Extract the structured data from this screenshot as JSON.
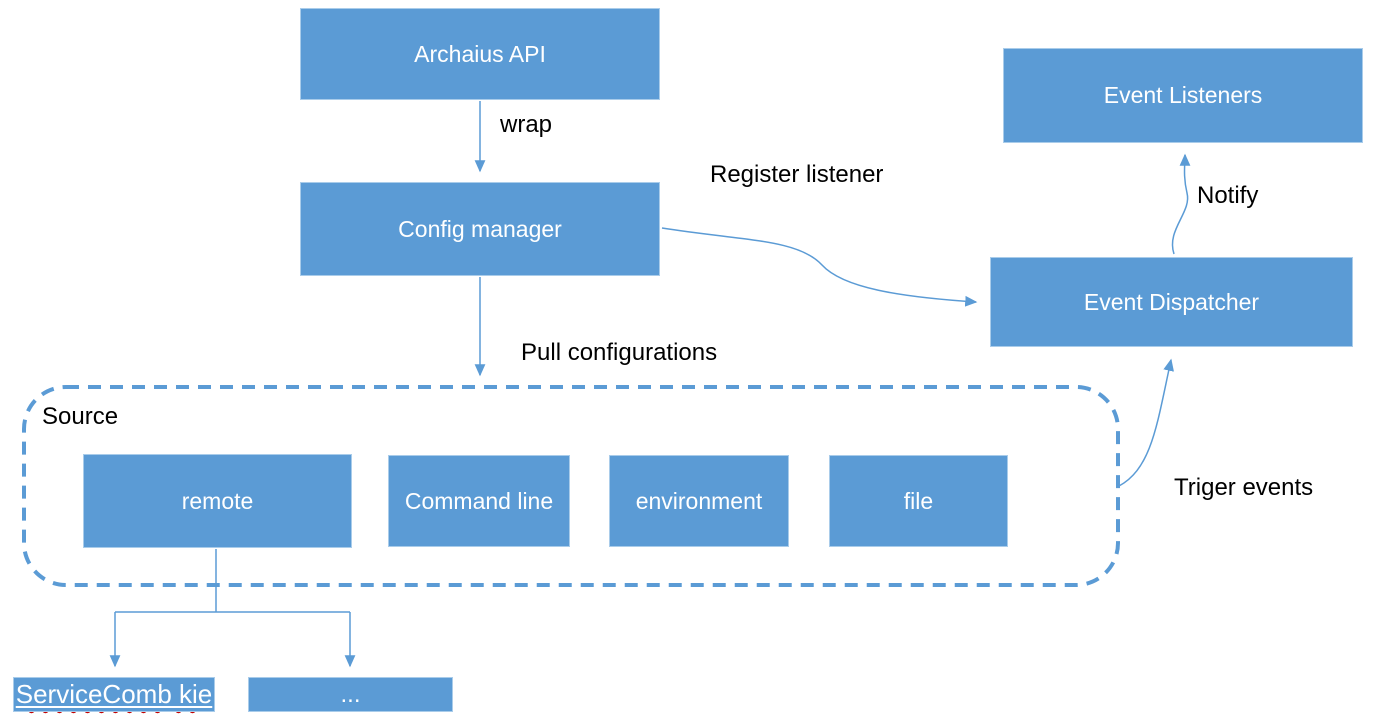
{
  "nodes": {
    "archaius_api": "Archaius API",
    "config_manager": "Config manager",
    "event_listeners": "Event Listeners",
    "event_dispatcher": "Event Dispatcher",
    "source_group": "Source",
    "remote": "remote",
    "command_line": "Command line",
    "environment": "environment",
    "file": "file",
    "servicecomb_kie": "ServiceComb kie",
    "ellipsis": "..."
  },
  "edge_labels": {
    "wrap": "wrap",
    "register_listener": "Register listener",
    "notify": "Notify",
    "pull_configurations": "Pull configurations",
    "triger_events": "Triger events"
  },
  "colors": {
    "node_fill": "#5B9BD5",
    "node_border": "#A9CCEA",
    "node_text": "#FFFFFF",
    "connector": "#5B9BD5",
    "label_text": "#000000",
    "spellcheck_underline": "#C00000",
    "background": "#FFFFFF"
  }
}
